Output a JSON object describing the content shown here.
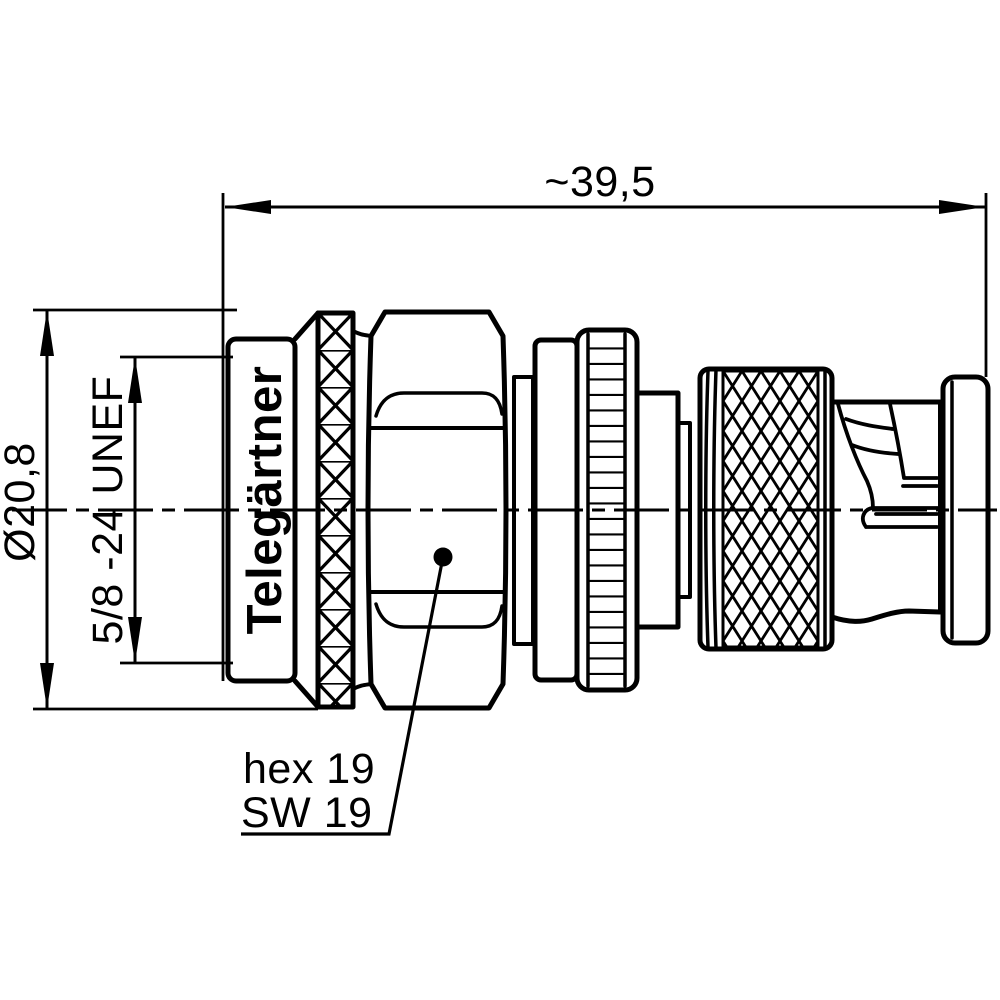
{
  "colors": {
    "line": "#000000",
    "background": "#ffffff"
  },
  "drawing": {
    "brand_label": "Telegärtner",
    "length_dimension": "~39,5",
    "diameter_dimension": "Ø20,8",
    "thread_dimension": "5/8 -24 UNEF",
    "hex_callout": {
      "line1": "hex 19",
      "line2": "SW 19"
    }
  }
}
